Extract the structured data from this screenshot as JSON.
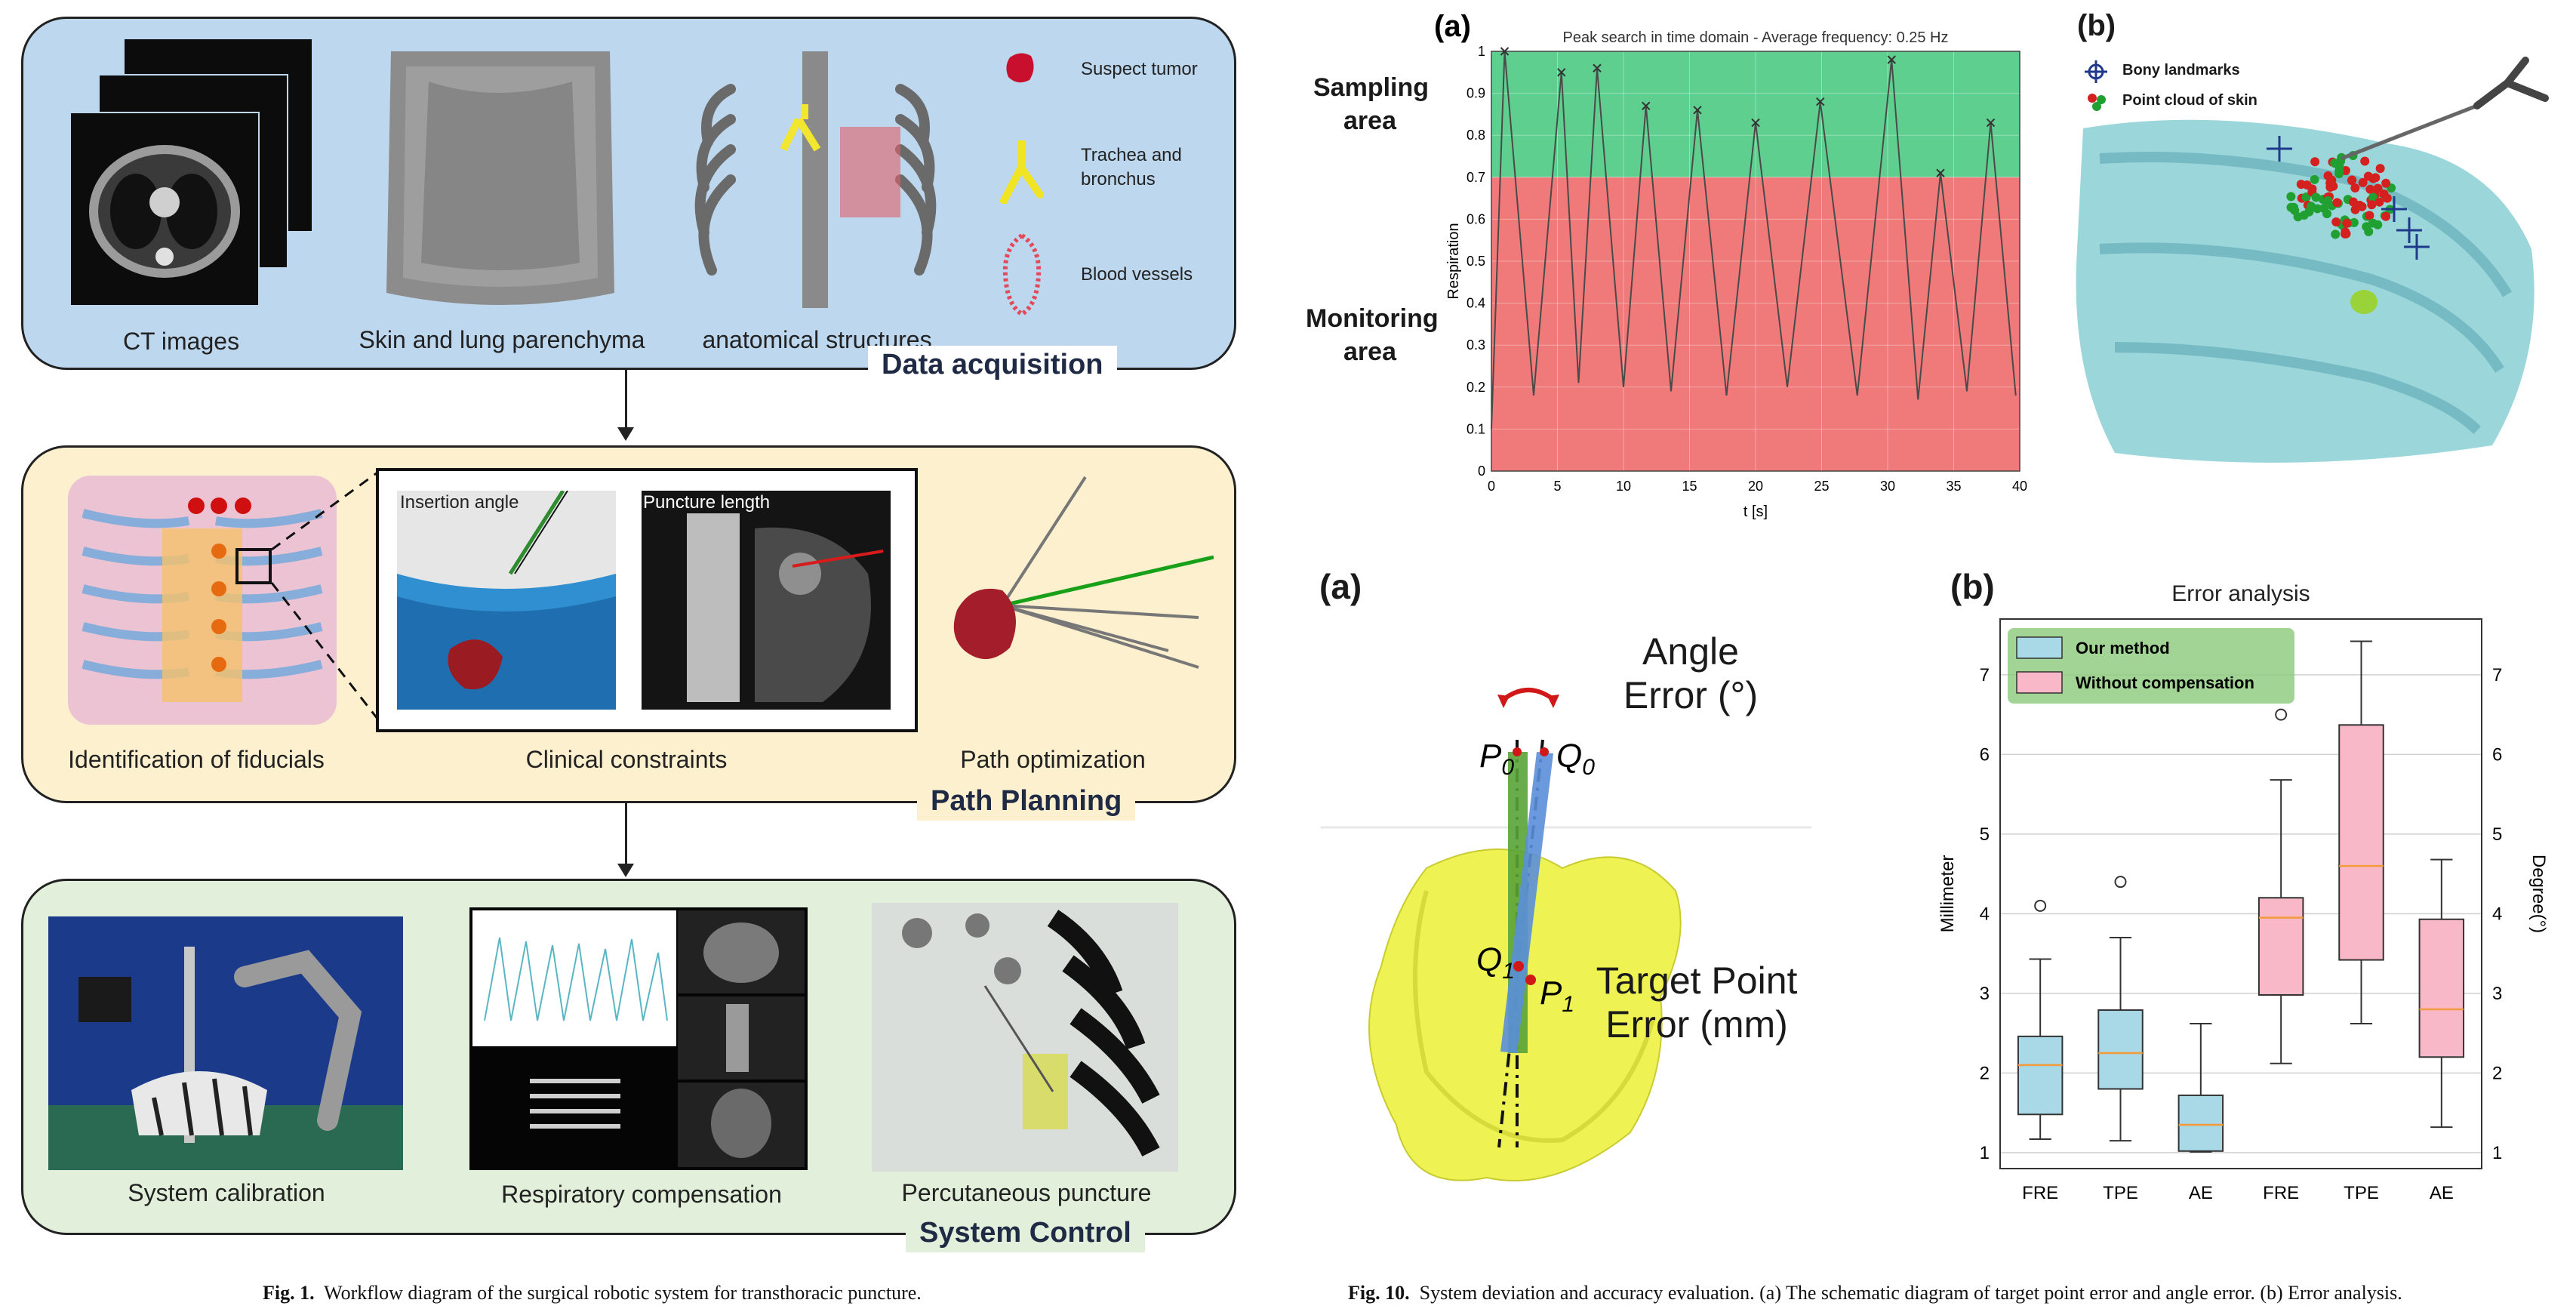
{
  "fig1": {
    "panels": {
      "data_acquisition": {
        "title": "Data acquisition",
        "labels": [
          "CT images",
          "Skin and lung parenchyma",
          "anatomical structures"
        ],
        "legend": [
          "Suspect tumor",
          "Trachea and\nbronchus",
          "Blood vessels"
        ]
      },
      "path_planning": {
        "title": "Path Planning",
        "labels": [
          "Identification of fiducials",
          "Clinical constraints",
          "Path optimization"
        ],
        "inset_labels": [
          "Insertion angle",
          "Puncture length"
        ]
      },
      "system_control": {
        "title": "System Control",
        "labels": [
          "System calibration",
          "Respiratory compensation",
          "Percutaneous puncture"
        ]
      }
    },
    "caption_num": "Fig. 1.",
    "caption_text": "Workflow diagram of the surgical robotic system for transthoracic puncture."
  },
  "fig10": {
    "caption_num": "Fig. 10.",
    "caption_text": "System deviation and accuracy evaluation. (a) The schematic diagram of target point error and angle error. (b) Error analysis.",
    "schematic": {
      "panel_label": "(a)",
      "angle_label": "Angle\nError (°)",
      "target_label": "Target Point\nError (mm)",
      "points": [
        "P0",
        "Q0",
        "Q1",
        "P1"
      ]
    }
  },
  "top_right": {
    "panel_a": "(a)",
    "panel_b": "(b)",
    "sampling_area": "Sampling\narea",
    "monitoring_area": "Monitoring\narea",
    "b_legend": [
      "Bony landmarks",
      "Point cloud of skin"
    ],
    "colors": {
      "sampling": "#5fcf8f",
      "monitoring": "#f07a7a"
    }
  },
  "chart_data": [
    {
      "type": "line",
      "title": "Peak search in time domain - Average frequency: 0.25 Hz",
      "xlabel": "t [s]",
      "ylabel": "Respiration",
      "xlim": [
        0,
        40
      ],
      "ylim": [
        0,
        1
      ],
      "xticks": [
        0,
        5,
        10,
        15,
        20,
        25,
        30,
        35,
        40
      ],
      "yticks": [
        0,
        0.1,
        0.2,
        0.3,
        0.4,
        0.5,
        0.6,
        0.7,
        0.8,
        0.9,
        1
      ],
      "regions": [
        {
          "name": "Sampling area",
          "y": [
            0.7,
            1.0
          ],
          "color": "#5fcf8f"
        },
        {
          "name": "Monitoring area",
          "y": [
            0,
            0.7
          ],
          "color": "#f07a7a"
        }
      ],
      "peaks": {
        "x": [
          1,
          5.3,
          8,
          11.7,
          15.6,
          20,
          24.9,
          30.3,
          34,
          37.8
        ],
        "y": [
          1.0,
          0.95,
          0.96,
          0.87,
          0.86,
          0.83,
          0.88,
          0.98,
          0.71,
          0.83
        ]
      },
      "troughs": {
        "x": [
          3.2,
          6.6,
          10,
          13.6,
          17.8,
          22.4,
          27.7,
          32.3,
          36,
          39.7
        ],
        "y": [
          0.18,
          0.21,
          0.2,
          0.19,
          0.18,
          0.2,
          0.18,
          0.17,
          0.19,
          0.18
        ]
      },
      "grid": true
    },
    {
      "type": "box",
      "title": "Error analysis",
      "ylabel": "Millimeter",
      "ylabel_right": "Degree(°)",
      "ylim": [
        0.8,
        7.7
      ],
      "yticks": [
        1,
        2,
        3,
        4,
        5,
        6,
        7
      ],
      "categories": [
        "FRE",
        "TPE",
        "AE",
        "FRE",
        "TPE",
        "AE"
      ],
      "legend": [
        "Our method",
        "Without compensation"
      ],
      "grid": true,
      "series": [
        {
          "name": "Our method",
          "color": "#a9d8e6",
          "boxes": [
            {
              "min": 1.17,
              "q1": 1.48,
              "median": 2.1,
              "q3": 2.46,
              "max": 3.43,
              "outliers": [
                4.1
              ]
            },
            {
              "min": 1.15,
              "q1": 1.8,
              "median": 2.25,
              "q3": 2.79,
              "max": 3.7,
              "outliers": [
                4.4
              ]
            },
            {
              "min": 1.01,
              "q1": 1.02,
              "median": 1.35,
              "q3": 1.72,
              "max": 2.62,
              "outliers": []
            }
          ]
        },
        {
          "name": "Without compensation",
          "color": "#f8b8c8",
          "boxes": [
            {
              "min": 2.12,
              "q1": 2.98,
              "median": 3.95,
              "q3": 4.2,
              "max": 5.68,
              "outliers": [
                6.5
              ]
            },
            {
              "min": 2.62,
              "q1": 3.42,
              "median": 4.6,
              "q3": 6.37,
              "max": 7.42,
              "outliers": []
            },
            {
              "min": 1.32,
              "q1": 2.2,
              "median": 2.8,
              "q3": 3.93,
              "max": 4.68,
              "outliers": []
            }
          ]
        }
      ]
    }
  ]
}
